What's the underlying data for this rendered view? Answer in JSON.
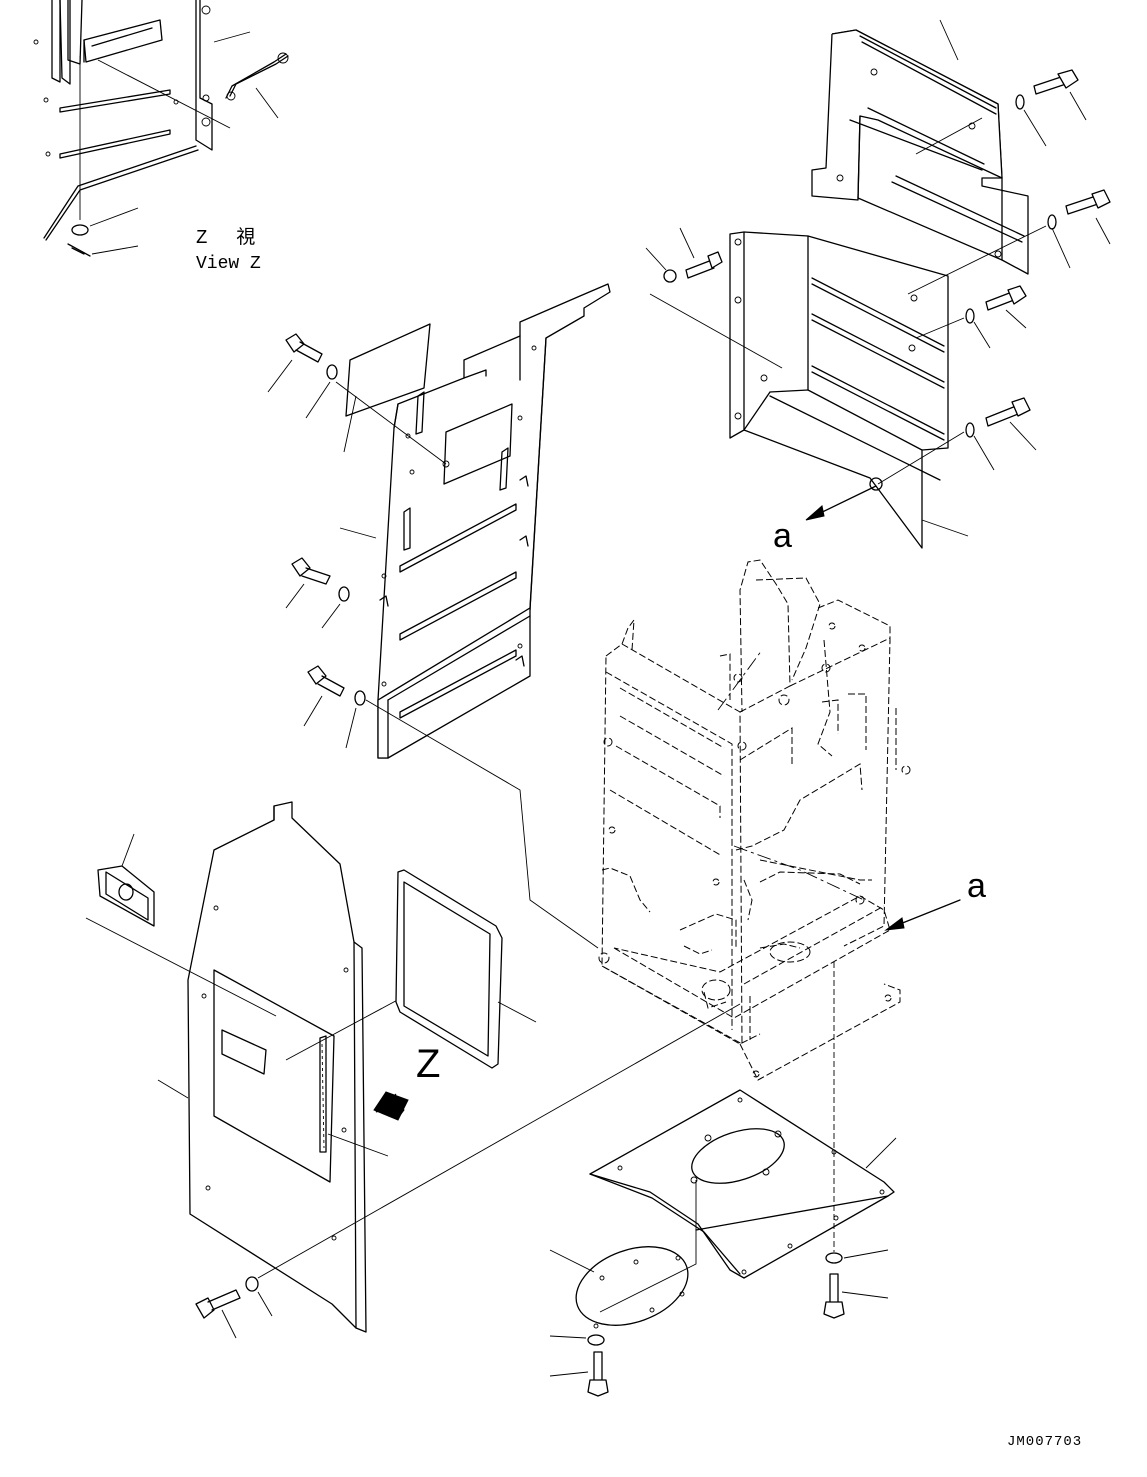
{
  "labels": {
    "view_z_jp": "Z  視",
    "view_z_en": "View Z",
    "marker_a_1": "a",
    "marker_a_2": "a",
    "direction_z": "Z",
    "drawing_code": "JM007703"
  }
}
